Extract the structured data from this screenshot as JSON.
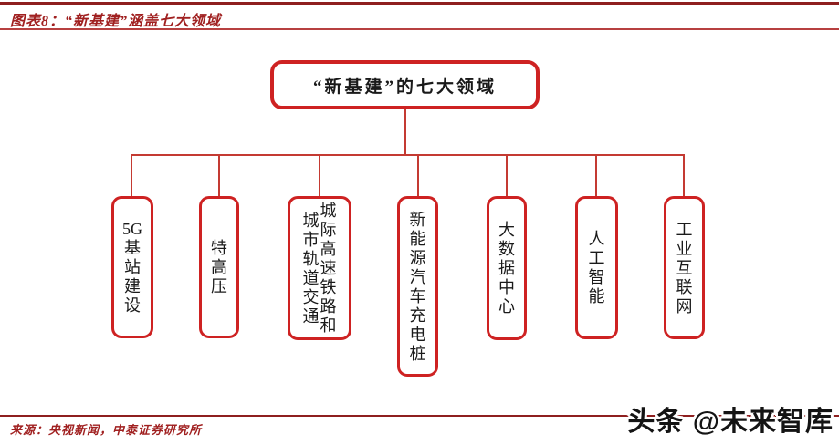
{
  "header": {
    "title": "图表8：“新基建”涵盖七大领域"
  },
  "chart": {
    "root_label": "“新基建”的七大领域",
    "nodes": [
      {
        "label": "5G基站建设",
        "columns": [
          [
            "5G",
            "基",
            "站",
            "建",
            "设"
          ]
        ]
      },
      {
        "label": "特高压",
        "columns": [
          [
            "特",
            "高",
            "压"
          ]
        ]
      },
      {
        "label": "城际高速铁路和城市轨道交通",
        "columns": [
          [
            "城",
            "际",
            "高",
            "速",
            "铁",
            "路",
            "和"
          ],
          [
            "城",
            "市",
            "轨",
            "道",
            "交",
            "通"
          ]
        ]
      },
      {
        "label": "新能源汽车充电桩",
        "columns": [
          [
            "新",
            "能",
            "源",
            "汽",
            "车",
            "充",
            "电",
            "桩"
          ]
        ]
      },
      {
        "label": "大数据中心",
        "columns": [
          [
            "大",
            "数",
            "据",
            "中",
            "心"
          ]
        ]
      },
      {
        "label": "人工智能",
        "columns": [
          [
            "人",
            "工",
            "智",
            "能"
          ]
        ]
      },
      {
        "label": "工业互联网",
        "columns": [
          [
            "工",
            "业",
            "互",
            "联",
            "网"
          ]
        ]
      }
    ]
  },
  "footer": {
    "source": "来源：央视新闻，中泰证券研究所",
    "watermark": "头条 @未来智库"
  },
  "colors": {
    "title_red": "#A02020",
    "rule_dark_red": "#8E1F1F",
    "rule_light_red": "#B74040",
    "box_border_red": "#CE2222",
    "connector_red": "#C43A32",
    "watermark_black": "#141414"
  }
}
